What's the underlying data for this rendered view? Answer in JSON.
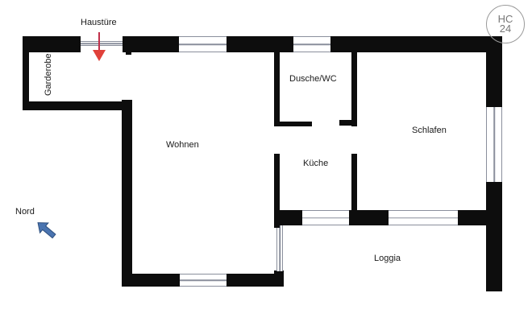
{
  "floorplan": {
    "rooms": [
      {
        "id": "garderobe",
        "label": "Garderobe"
      },
      {
        "id": "wohnen",
        "label": "Wohnen"
      },
      {
        "id": "dusche",
        "label": "Dusche/WC"
      },
      {
        "id": "kueche",
        "label": "Küche"
      },
      {
        "id": "schlafen",
        "label": "Schlafen"
      },
      {
        "id": "loggia",
        "label": "Loggia"
      }
    ],
    "entrance": {
      "label": "Haustüre",
      "arrow_color": "#e0413a"
    },
    "compass": {
      "label": "Nord",
      "arrow_color": "#4a74b0",
      "icon": "north-arrow-icon"
    },
    "logo": {
      "line1": "HC",
      "line2": "24"
    },
    "wall_color": "#0d0d0d",
    "window_color": "#8a8f9c"
  }
}
